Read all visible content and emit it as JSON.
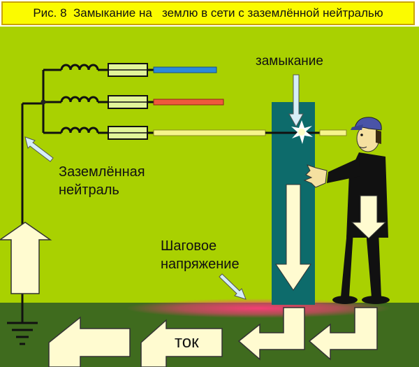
{
  "title": "Рис. 8  Замыкание на   землю в сети с заземлённой нейтралью",
  "labels": {
    "fault": "замыкание",
    "grounded_neutral_line1": "Заземлённая",
    "grounded_neutral_line2": "нейтраль",
    "step_voltage_line1": "Шаговое",
    "step_voltage_line2": "напряжение",
    "current": "ток"
  },
  "colors": {
    "background": "#a9d101",
    "ground": "#3f6b1e",
    "title_bg": "#fbfb00",
    "arrow_fill": "#fffbd0",
    "pole": "#0d6b6b",
    "phase_blue": "#2b8ad9",
    "phase_red": "#ef5a3c",
    "phase_yellow": "#f6f58b",
    "step_voltage_glow": "#ff3c7a"
  },
  "icons": {
    "ground_symbol": "ground-icon",
    "coils": "inductor-coil-icon",
    "fuses": "fuse-icon",
    "spark": "spark-icon",
    "person": "worker-figure-icon"
  }
}
